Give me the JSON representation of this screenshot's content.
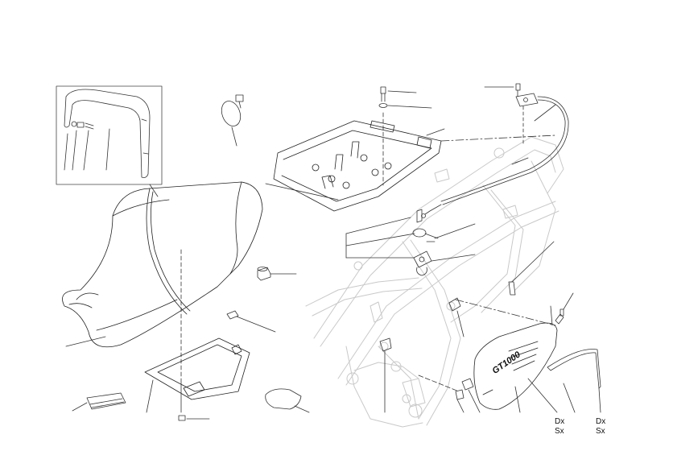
{
  "diagram": {
    "labels": {
      "right_side_1": "Dx",
      "left_side_1": "Sx",
      "right_side_2": "Dx",
      "left_side_2": "Sx"
    },
    "side_panel_logo": "GT1000"
  }
}
